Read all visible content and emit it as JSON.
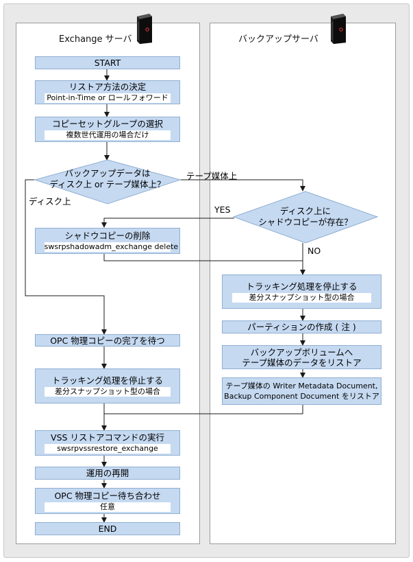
{
  "lanes": {
    "left_title": "Exchange サーバ",
    "right_title": "バックアップサーバ"
  },
  "icons": {
    "server": "server-tower-icon"
  },
  "steps": {
    "start": "START",
    "restore_method": "リストア方法の決定",
    "restore_method_sub": "Point-in-Time or ロールフォワード",
    "copyset": "コピーセットグループの選択",
    "copyset_sub": "複数世代運用の場合だけ",
    "decision1_line1": "バックアップデータは",
    "decision1_line2": "ディスク上 or テープ媒体上？",
    "decision2_line1": "ディスク上に",
    "decision2_line2": "シャドウコピーが存在？",
    "delete_shadow": "シャドウコピーの削除",
    "delete_shadow_sub": "swsrpshadowadm_exchange delete",
    "stop_tracking_right": "トラッキング処理を停止する",
    "stop_tracking_right_sub": "差分スナップショット型の場合",
    "partition": "パーティションの作成 ( 注 )",
    "restore_tape_line1": "バックアップボリュームへ",
    "restore_tape_line2": "テープ媒体のデータをリストア",
    "restore_meta_line1": "テープ媒体の Writer Metadata Document,",
    "restore_meta_line2": "Backup Component Document をリストア",
    "wait_opc": "OPC 物理コピーの完了を待つ",
    "stop_tracking_left": "トラッキング処理を停止する",
    "stop_tracking_left_sub": "差分スナップショット型の場合",
    "vss_restore": "VSS リストアコマンドの実行",
    "vss_restore_sub": "swsrpvssrestore_exchange",
    "resume": "運用の再開",
    "opc_wait": "OPC 物理コピー待ち合わせ",
    "opc_wait_sub": "任意",
    "end": "END"
  },
  "labels": {
    "tape": "テープ媒体上",
    "disk": "ディスク上",
    "yes": "YES",
    "no": "NO"
  },
  "colors": {
    "box_fill": "#c5d9f1",
    "box_border": "#8faed1",
    "line": "#1a1a1a"
  }
}
